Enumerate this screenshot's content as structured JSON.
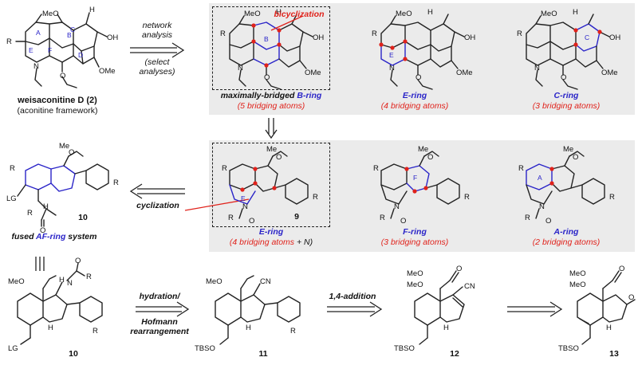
{
  "top": {
    "start_compound_name": "weisaconitine D (2)",
    "start_compound_sub": "(aconitine framework)",
    "arrow_label_1": "network",
    "arrow_label_2": "analysis",
    "arrow_sub_1": "(select",
    "arrow_sub_2": "analyses)",
    "bicyclization": "bicyclization",
    "b_ring_prefix": "maximally-bridged ",
    "b_ring_ring": "B-ring",
    "b_ring_count": "(5 bridging atoms)",
    "e_ring_name": "E-ring",
    "e_ring_count": "(4 bridging atoms)",
    "c_ring_name": "C-ring",
    "c_ring_count": "(3 bridging atoms)"
  },
  "middle": {
    "compound_10": "10",
    "fused_prefix": "fused ",
    "fused_ring": "AF-ring",
    "fused_suffix": " system",
    "cyclization": "cyclization",
    "compound_9": "9",
    "e_ring_name": "E-ring",
    "e_ring_count_a": "(4 bridging atoms",
    "e_ring_count_b": " + N)",
    "f_ring_name": "F-ring",
    "f_ring_count": "(3 bridging atoms)",
    "a_ring_name": "A-ring",
    "a_ring_count": "(2 bridging atoms)"
  },
  "bottom": {
    "compound_10": "10",
    "compound_11": "11",
    "compound_12": "12",
    "compound_13": "13",
    "arrow1_label_a": "hydration/",
    "arrow1_label_b": "Hofmann",
    "arrow1_label_c": "rearrangement",
    "arrow2_label": "1,4-addition"
  },
  "atoms": {
    "MeO": "MeO",
    "OMe": "OMe",
    "OH": "OH",
    "N": "N",
    "O": "O",
    "R": "R",
    "LG": "LG",
    "TBSO": "TBSO",
    "CN": "CN",
    "H": "H",
    "Me": "Me"
  },
  "colors": {
    "accent_red": "#e0221b",
    "accent_blue": "#2a24c8",
    "panel_gray": "#ebebeb"
  }
}
